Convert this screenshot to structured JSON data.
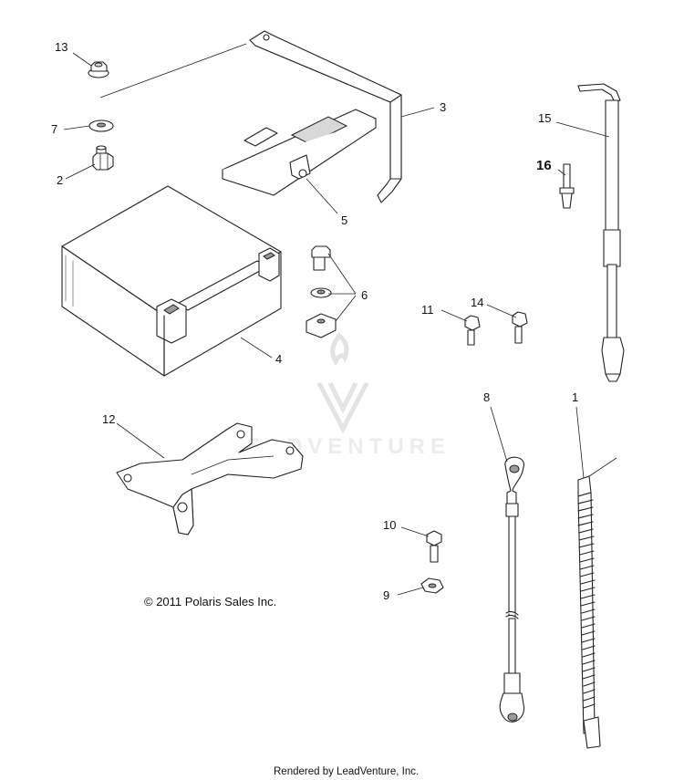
{
  "callouts": {
    "c1": "1",
    "c2": "2",
    "c3": "3",
    "c4": "4",
    "c5": "5",
    "c6": "6",
    "c7": "7",
    "c8": "8",
    "c9": "9",
    "c10": "10",
    "c11": "11",
    "c12": "12",
    "c13": "13",
    "c14": "14",
    "c15": "15",
    "c16": "16"
  },
  "copyright": "© 2011 Polaris Sales Inc.",
  "footer": "Rendered by LeadVenture, Inc.",
  "watermark": "LEADVENTURE"
}
